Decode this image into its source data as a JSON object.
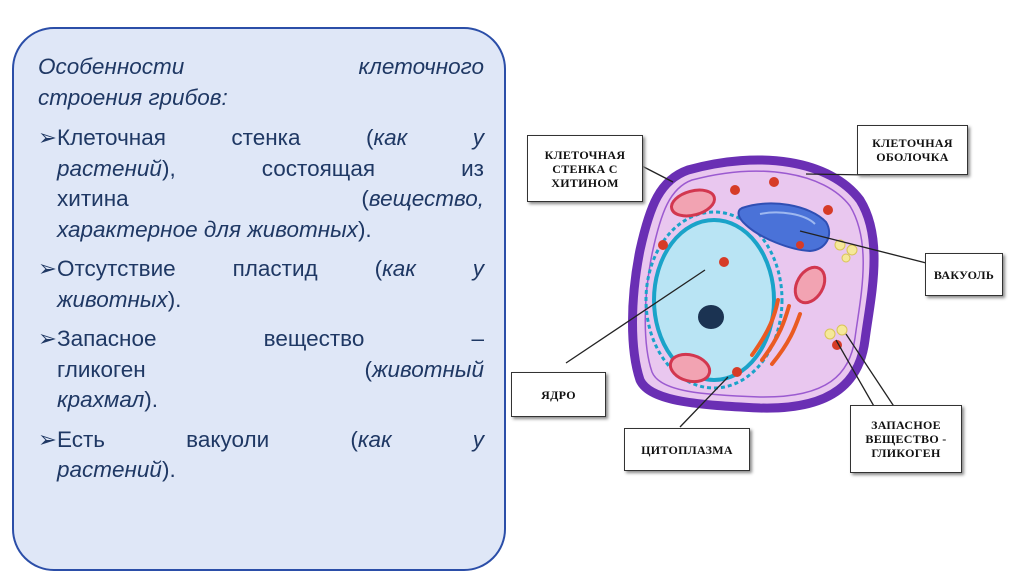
{
  "slide": {
    "heading_line1": "Особенности клеточного",
    "heading_line2": "строения грибов:",
    "bullet_marker": "➢",
    "bullets": [
      {
        "l1a": "Клеточная стенка (",
        "l1b": "как у",
        "l2a": "растений",
        "l2b": "), состоящая из",
        "l3a": "хитина (",
        "l3b": "вещество,",
        "l4a": "характерное для животных",
        "l4b": ")."
      },
      {
        "l1a": "Отсутствие пластид (",
        "l1b": "как у",
        "l2a": "животных",
        "l2b": ")."
      },
      {
        "l1": "Запасное вещество –",
        "l2a": "гликоген (",
        "l2b": "животный",
        "l3a": "крахмал",
        "l3b": ")."
      },
      {
        "l1a": "Есть вакуоли (",
        "l1b": "как у",
        "l2a": "растений",
        "l2b": ")."
      }
    ]
  },
  "diagram": {
    "labels": {
      "cell_wall": "КЛЕТОЧНАЯ\nСТЕНКА С\nХИТИНОМ",
      "membrane": "КЛЕТОЧНАЯ\nОБОЛОЧКА",
      "vacuole": "ВАКУОЛЬ",
      "nucleus": "ЯДРО",
      "cytoplasm": "ЦИТОПЛАЗМА",
      "reserve": "ЗАПАСНОЕ\nВЕЩЕСТВО -\nГЛИКОГЕН"
    },
    "colors": {
      "wall": "#6a2fb4",
      "cytoplasm": "#e9c7ef",
      "nucleus": "#b9e4f4",
      "nucleus_ring": "#1aa3c9",
      "vacuole": "#4a72d8",
      "mitochondria": "#d2374f",
      "golgi": "#ea5a22"
    }
  }
}
